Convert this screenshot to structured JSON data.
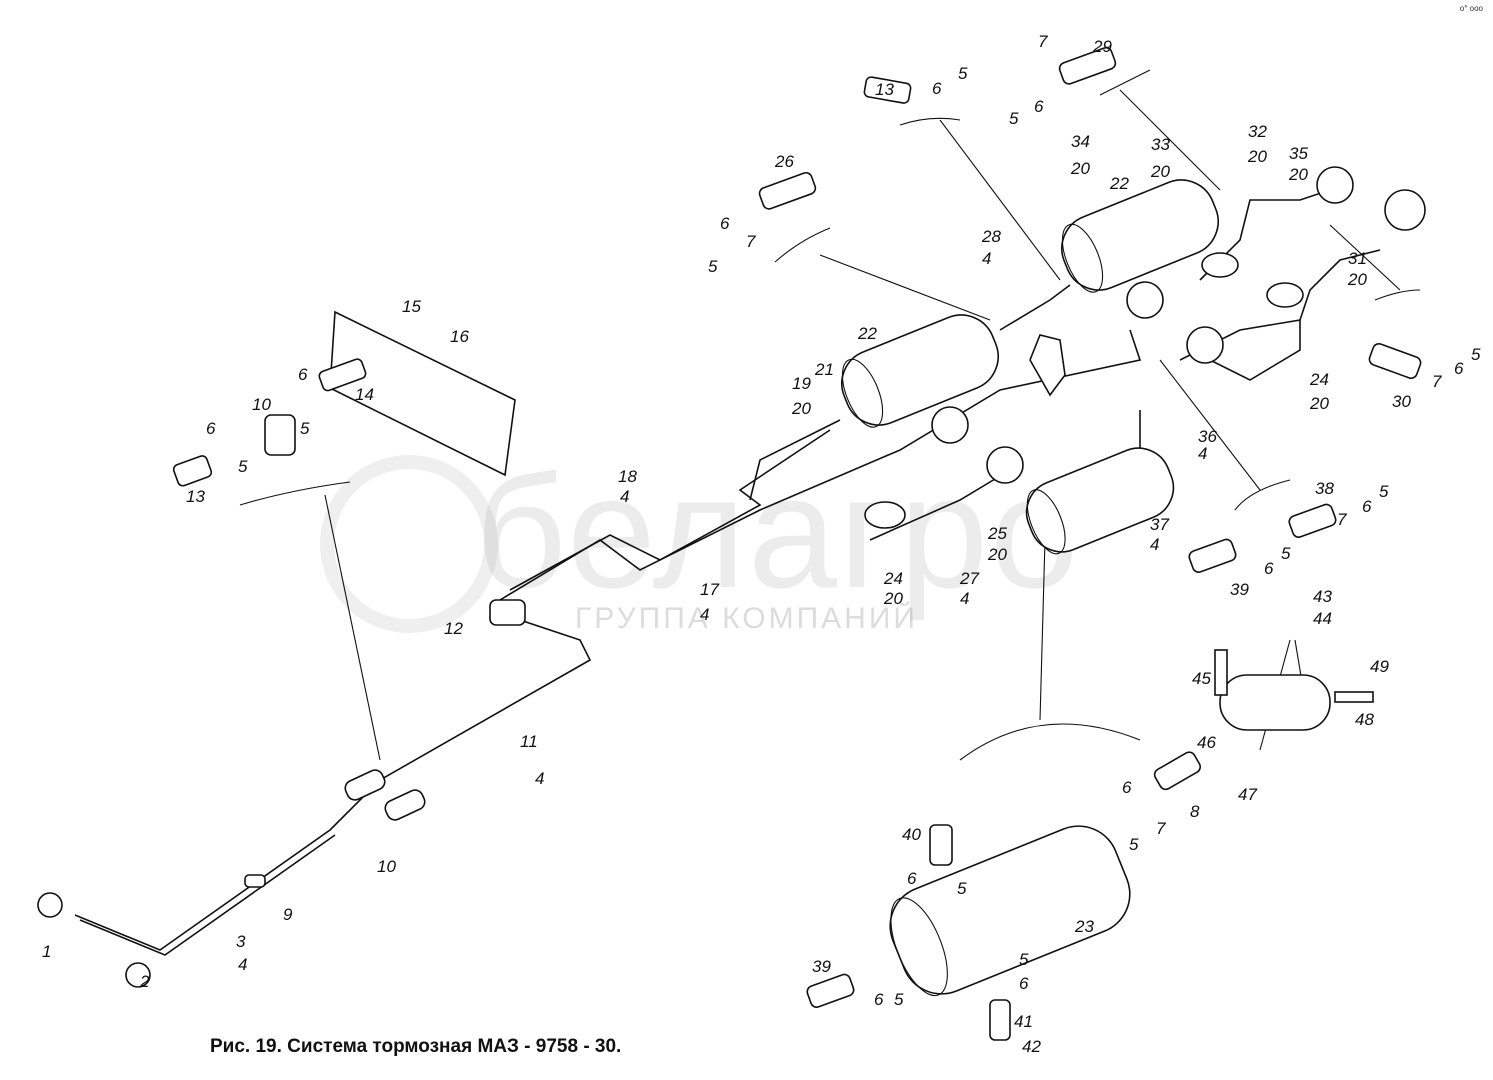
{
  "caption": "Рис. 19. Система тормозная МАЗ - 9758 - 30.",
  "corner_mark": "o° ooo",
  "watermark": {
    "brand": "белагро",
    "subtitle": "ГРУППА КОМПАНИЙ"
  },
  "callouts": [
    "1",
    "2",
    "3",
    "4",
    "9",
    "10",
    "11",
    "4",
    "12",
    "13",
    "6",
    "5",
    "10",
    "6",
    "5",
    "14",
    "15",
    "16",
    "17",
    "4",
    "18",
    "4",
    "19",
    "20",
    "21",
    "22",
    "24",
    "20",
    "27",
    "4",
    "25",
    "20",
    "28",
    "4",
    "26",
    "6",
    "7",
    "5",
    "13",
    "6",
    "5",
    "7",
    "29",
    "5",
    "6",
    "34",
    "20",
    "22",
    "33",
    "20",
    "32",
    "20",
    "35",
    "20",
    "31",
    "20",
    "24",
    "20",
    "36",
    "4",
    "37",
    "4",
    "23",
    "30",
    "7",
    "6",
    "5",
    "38",
    "7",
    "6",
    "5",
    "5",
    "6",
    "39",
    "43",
    "44",
    "45",
    "49",
    "48",
    "46",
    "47",
    "6",
    "7",
    "8",
    "5",
    "40",
    "6",
    "5",
    "39",
    "6",
    "5",
    "5",
    "6",
    "41",
    "42",
    "10"
  ]
}
